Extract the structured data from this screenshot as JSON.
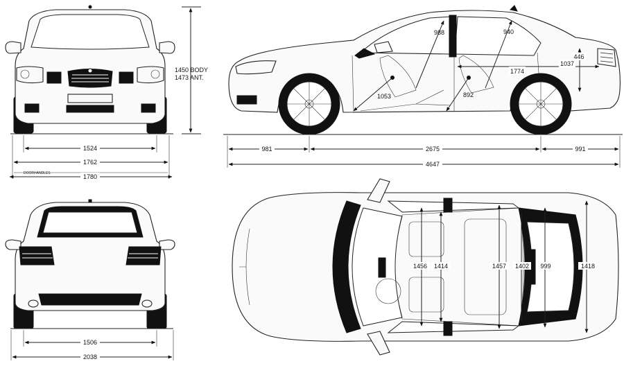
{
  "front_view": {
    "height_label_body": "1450 BODY",
    "height_label_ant": "1473 ANT.",
    "track": "1524",
    "width": "1762",
    "width_mirrors": "1780",
    "doorhandles_note": "DOORHANDLES"
  },
  "rear_view": {
    "track": "1506",
    "width_mirrors": "2038"
  },
  "side_view": {
    "front_overhang": "981",
    "wheelbase": "2675",
    "rear_overhang": "991",
    "length": "4647",
    "front_headroom": "988",
    "rear_headroom": "940",
    "front_legroom": "1053",
    "rear_legroom": "892",
    "cabin_length": "1774",
    "trunk_length": "1037",
    "trunk_height": "446"
  },
  "top_view": {
    "front_shoulder": "1456",
    "front_hip": "1414",
    "rear_shoulder": "1457",
    "rear_hip": "1402",
    "trunk_opening": "999",
    "trunk_width": "1418"
  }
}
